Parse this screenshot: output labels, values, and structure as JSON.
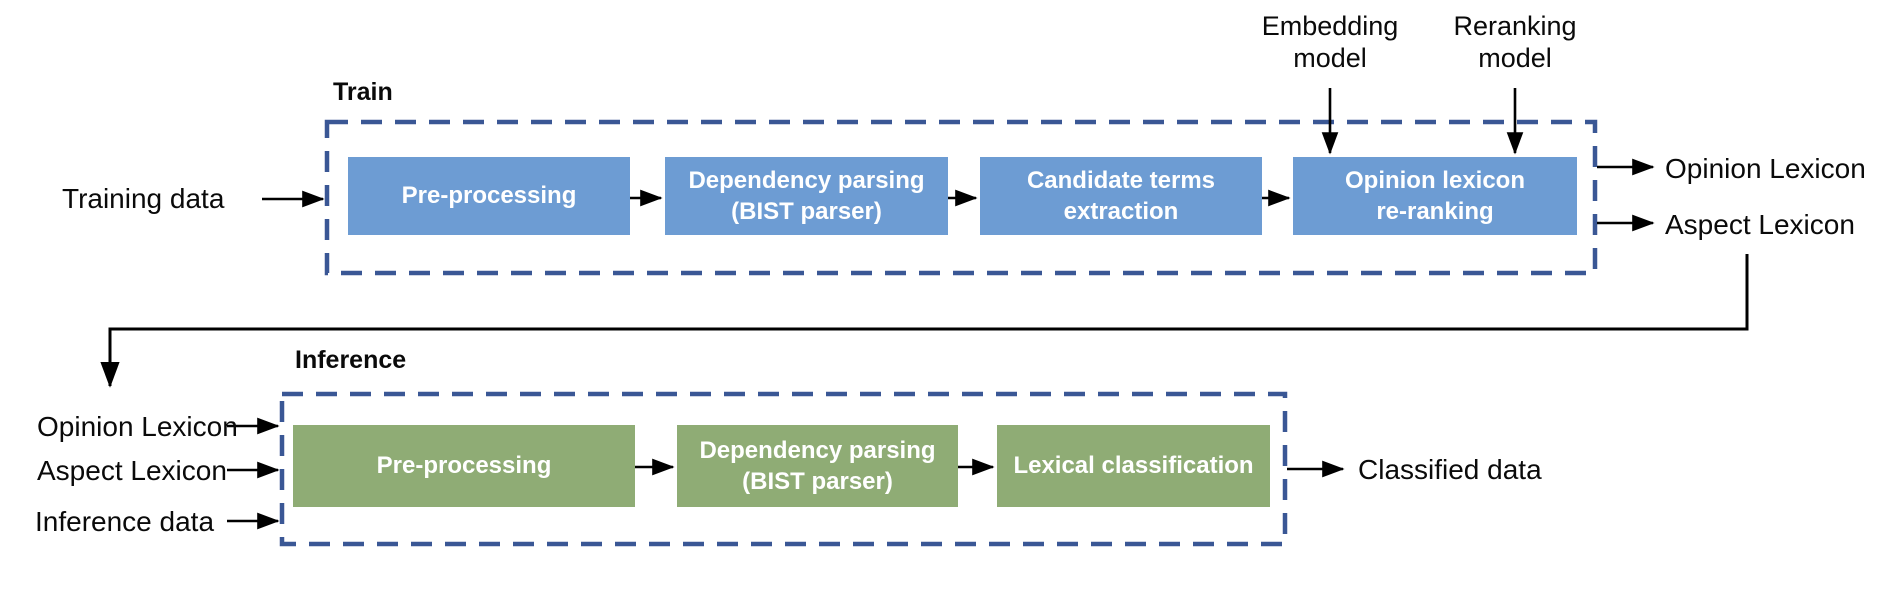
{
  "diagram": {
    "colors": {
      "train_box": "#6d9cd3",
      "inference_box": "#8fac75",
      "dashed_border": "#3a5795",
      "arrow": "#000000",
      "box_text": "#ffffff"
    },
    "train": {
      "section_label": "Train",
      "input_label": "Training data",
      "model_inputs": [
        {
          "line1": "Embedding",
          "line2": "model"
        },
        {
          "line1": "Reranking",
          "line2": "model"
        }
      ],
      "boxes": [
        {
          "line1": "Pre-processing"
        },
        {
          "line1": "Dependency parsing",
          "line2": "(BIST parser)"
        },
        {
          "line1": "Candidate terms",
          "line2": "extraction"
        },
        {
          "line1": "Opinion lexicon",
          "line2": "re-ranking"
        }
      ],
      "outputs": [
        "Opinion Lexicon",
        "Aspect Lexicon"
      ]
    },
    "inference": {
      "section_label": "Inference",
      "inputs": [
        "Opinion Lexicon",
        "Aspect Lexicon",
        "Inference data"
      ],
      "boxes": [
        {
          "line1": "Pre-processing"
        },
        {
          "line1": "Dependency parsing",
          "line2": "(BIST parser)"
        },
        {
          "line1": "Lexical classification"
        }
      ],
      "output_label": "Classified data"
    }
  }
}
